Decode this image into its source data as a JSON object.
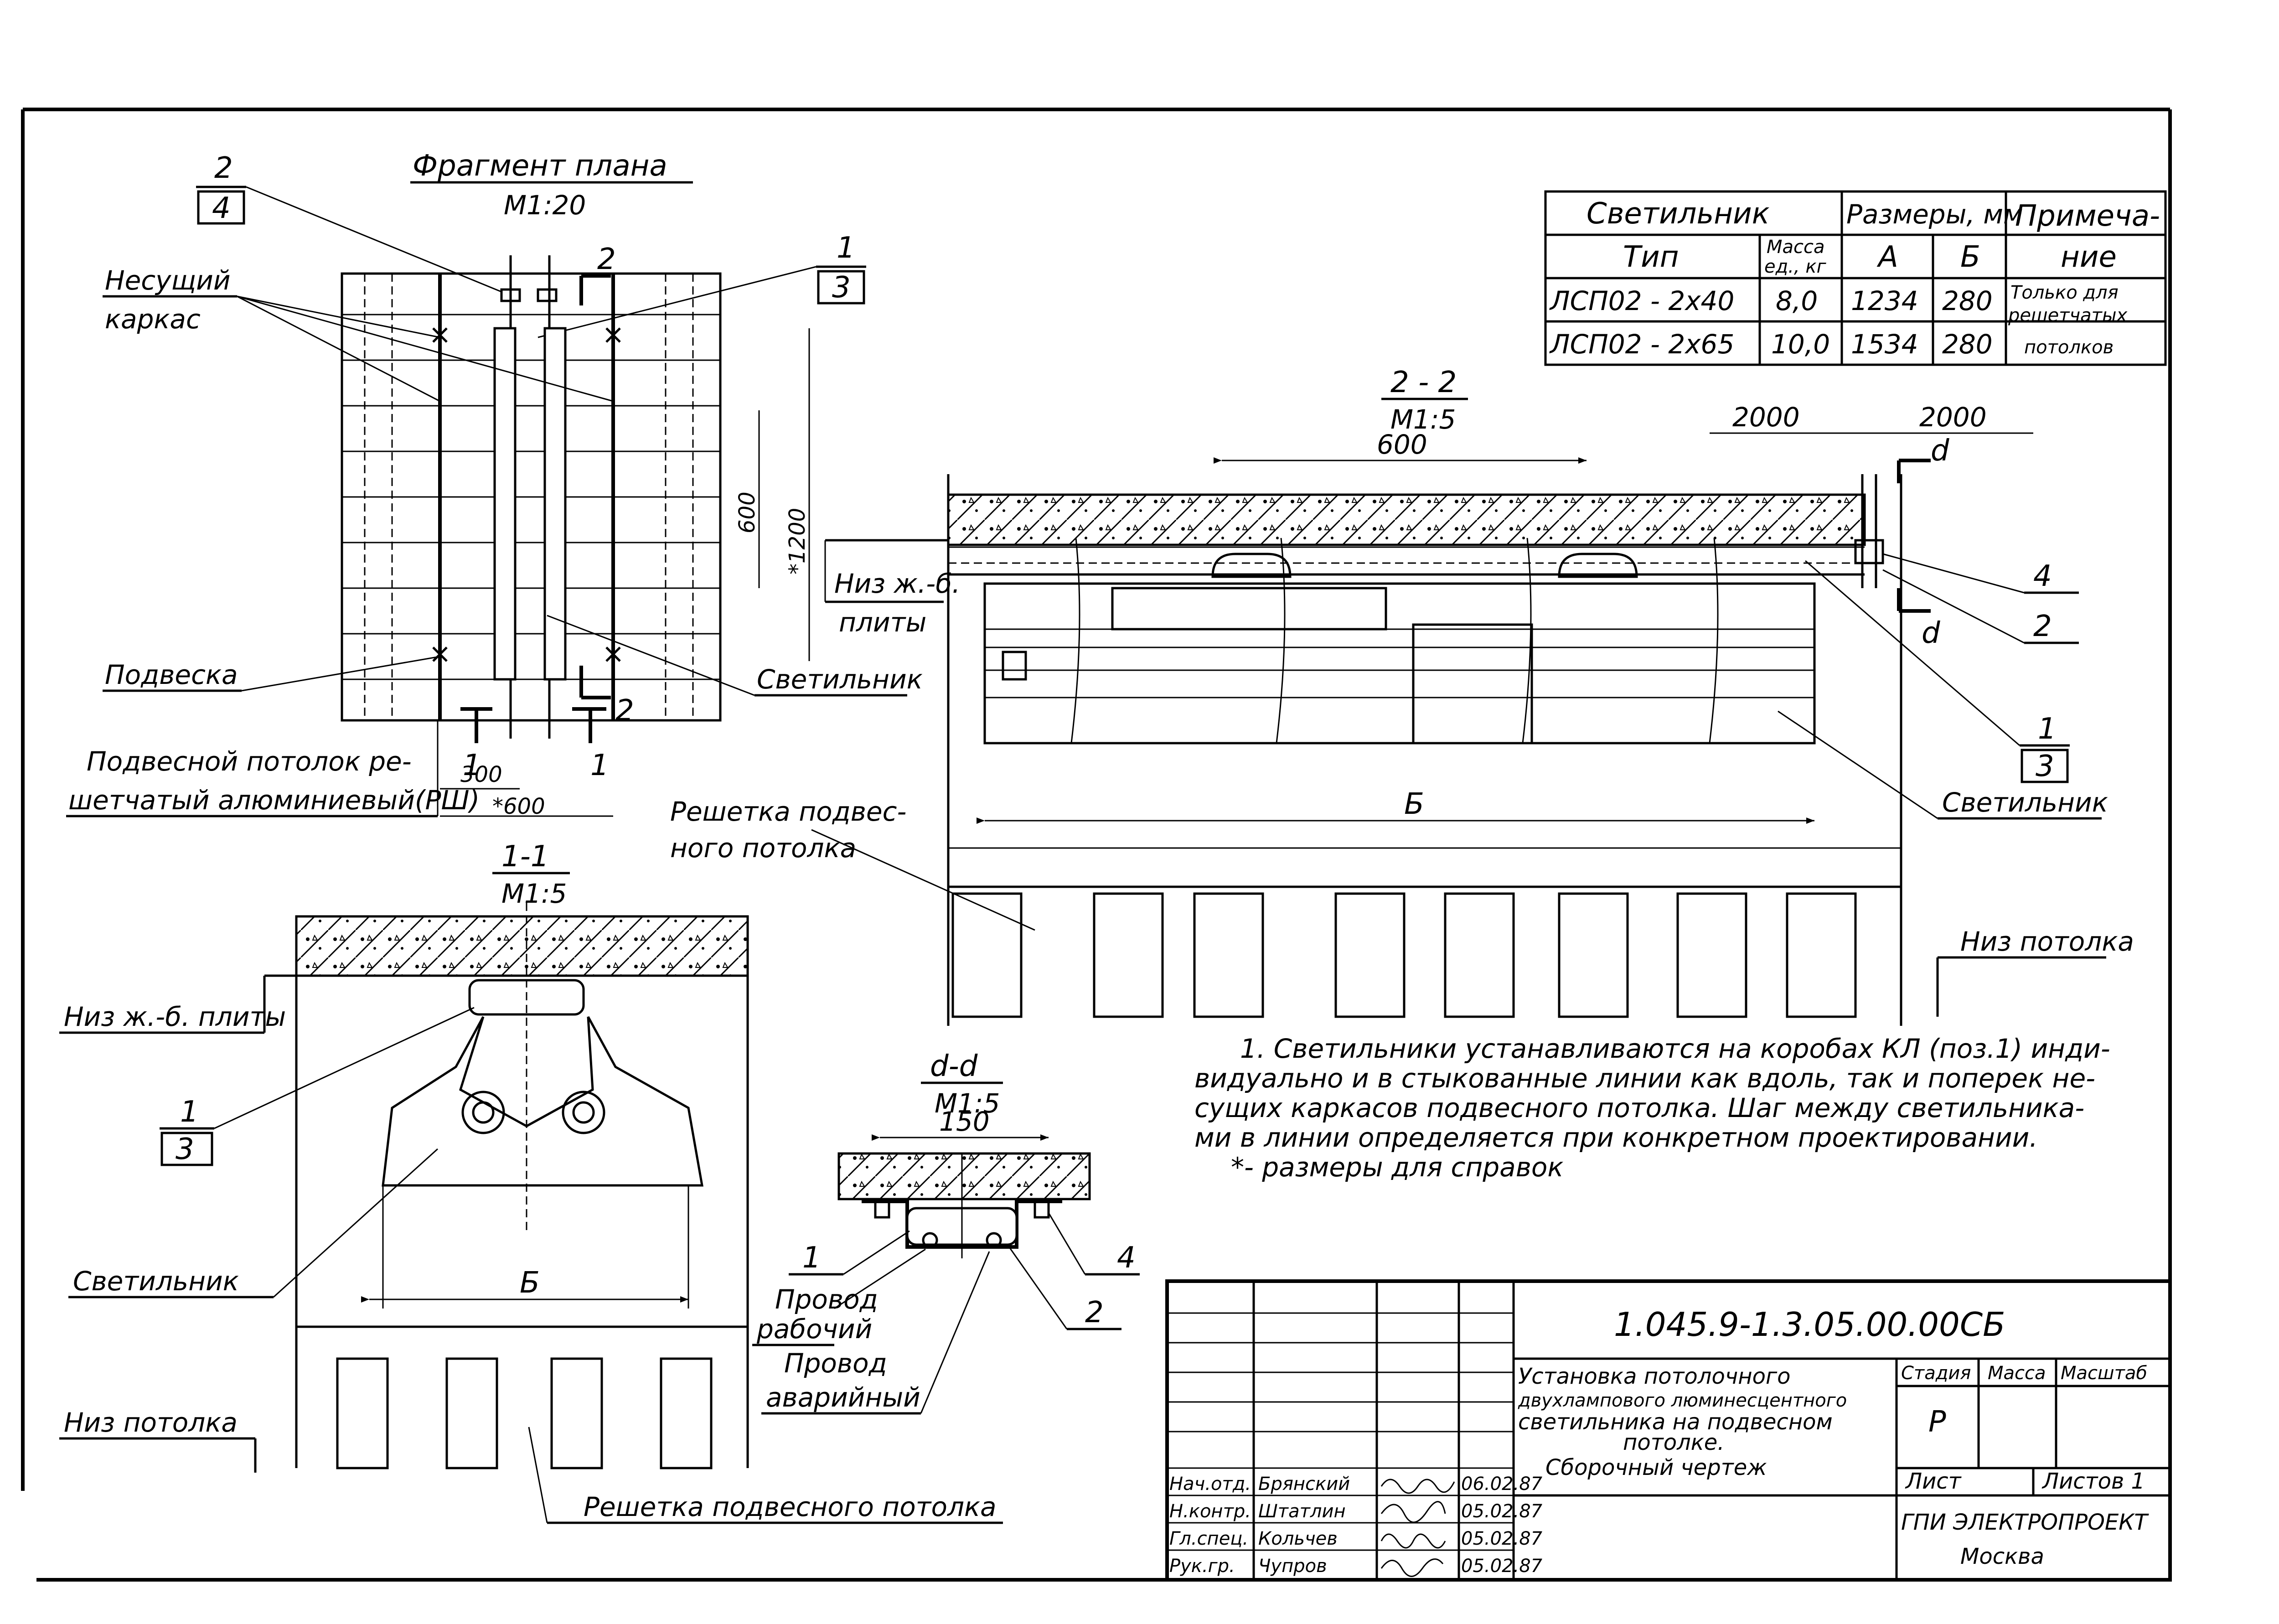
{
  "plan": {
    "title": "Фрагмент плана",
    "scale": "М1:20",
    "ref_2_4": {
      "num": "2",
      "sheet": "4"
    },
    "ref_1_3": {
      "num": "1",
      "sheet": "3"
    },
    "cut_2": "2",
    "cut_1": "1",
    "label_carcass_1": "Несущий",
    "label_carcass_2": "каркас",
    "label_hanger": "Подвеска",
    "label_lamp": "Светильник",
    "label_ceiling_1": "Подвесной потолок ре-",
    "label_ceiling_2": "шетчатый алюминиевый(РШ)",
    "dim_600": "600",
    "dim_1200": "*1200",
    "dim_300": "300",
    "dim_600b": "*600"
  },
  "table": {
    "h_lamp": "Светильник",
    "h_sizes": "Размеры, мм",
    "h_note_1": "Примеча-",
    "h_note_2": "ние",
    "h_type": "Тип",
    "h_mass_1": "Масса",
    "h_mass_2": "ед., кг",
    "h_a": "А",
    "h_b": "Б",
    "rows": [
      {
        "type": "ЛСП02 - 2х40",
        "mass": "8,0",
        "a": "1234",
        "b": "280"
      },
      {
        "type": "ЛСП02 - 2х65",
        "mass": "10,0",
        "a": "1534",
        "b": "280"
      }
    ],
    "note_1": "Только для",
    "note_2": "решетчатых",
    "note_3": "потолков"
  },
  "sec22": {
    "title": "2 - 2",
    "scale": "М1:5",
    "dim_600": "600",
    "dim_2000a": "2000",
    "dim_2000b": "2000",
    "cut_d": "d",
    "label_slab_1": "Низ ж.-б.",
    "label_slab_2": "плиты",
    "ref_4": "4",
    "ref_2": "2",
    "ref_1_3": {
      "num": "1",
      "sheet": "3"
    },
    "label_lamp": "Светильник",
    "dim_b": "Б",
    "label_grid_1": "Решетка подвес-",
    "label_grid_2": "ного потолка",
    "label_ceiling": "Низ потолка"
  },
  "sec11": {
    "title": "1-1",
    "scale": "М1:5",
    "label_slab": "Низ ж.-б. плиты",
    "ref_1_3": {
      "num": "1",
      "sheet": "3"
    },
    "label_lamp": "Светильник",
    "dim_b": "Б",
    "label_ceiling": "Низ потолка",
    "label_grid": "Решетка подвесного потолка"
  },
  "secdd": {
    "title": "d-d",
    "scale": "М1:5",
    "dim_150": "150",
    "ref_1": "1",
    "ref_4": "4",
    "ref_2": "2",
    "wire_work_1": "Провод",
    "wire_work_2": "рабочий",
    "wire_emerg_1": "Провод",
    "wire_emerg_2": "аварийный"
  },
  "notes": {
    "line1": "1. Светильники устанавливаются на коробах КЛ (поз.1) инди-",
    "line2": "видуально и в стыкованные линии как вдоль, так и поперек не-",
    "line3": "сущих каркасов подвесного потолка. Шаг между светильника-",
    "line4": "ми в линии определяется при конкретном проектировании.",
    "line5": "*- размеры для справок"
  },
  "stamp": {
    "code": "1.045.9-1.3.05.00.00СБ",
    "name_1": "Установка потолочного",
    "name_2": "двухлампового люминесцентного",
    "name_3": "светильника на подвесном",
    "name_4": "потолке.",
    "name_5": "Сборочный чертеж",
    "h_stage": "Стадия",
    "h_mass": "Масса",
    "h_scale": "Масштаб",
    "stage": "Р",
    "sheet": "Лист",
    "sheets": "Листов 1",
    "org_1": "ГПИ ЭЛЕКТРОПРОЕКТ",
    "org_2": "Москва",
    "people": [
      {
        "role": "Нач.отд.",
        "name": "Брянский",
        "date": "06.02.87"
      },
      {
        "role": "Н.контр.",
        "name": "Штатлин",
        "date": "05.02.87"
      },
      {
        "role": "Гл.спец.",
        "name": "Кольчев",
        "date": "05.02.87"
      },
      {
        "role": "Рук.гр.",
        "name": "Чупров",
        "date": "05.02.87"
      }
    ]
  }
}
